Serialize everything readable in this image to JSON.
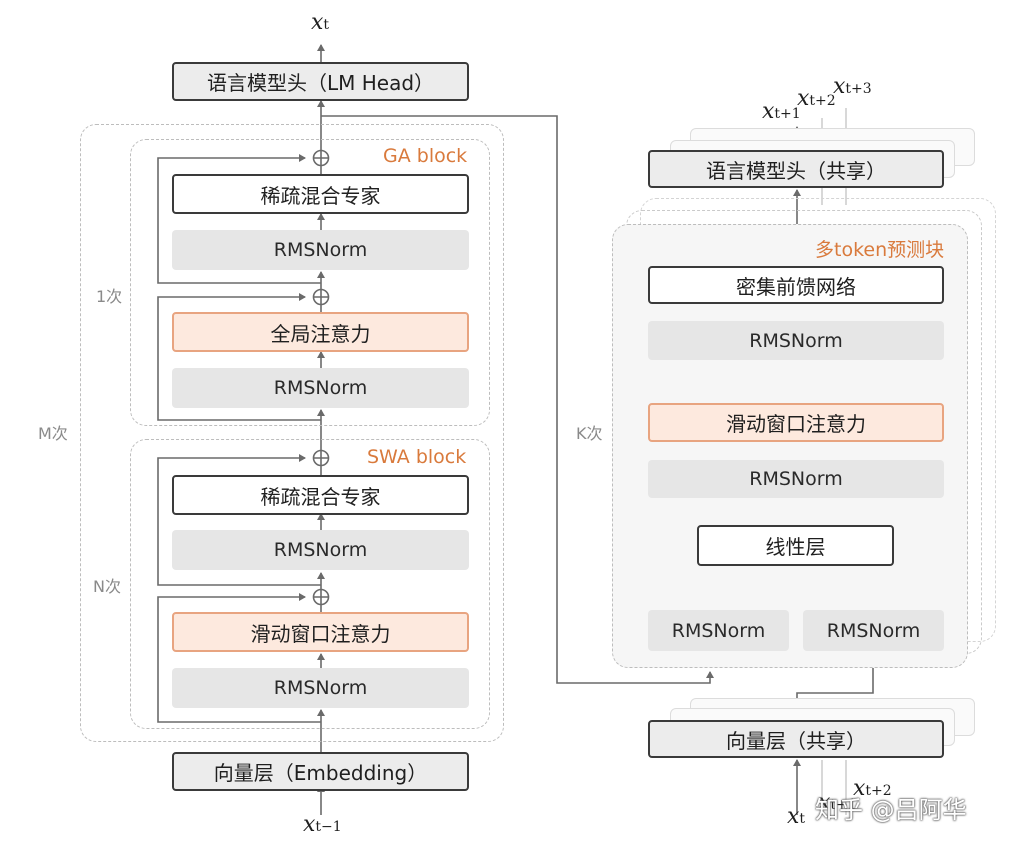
{
  "left_model": {
    "lm_head": "语言模型头（LM Head）",
    "output_token": {
      "var": "x",
      "sub": "t"
    },
    "input_token": {
      "var": "x",
      "sub": "t−1"
    },
    "embedding": "向量层（Embedding）",
    "outer_repeat": "M次",
    "ga_block": {
      "title": "GA block",
      "repeat": "1次",
      "moe": "稀疏混合专家",
      "norm_top": "RMSNorm",
      "attention": "全局注意力",
      "norm_bottom": "RMSNorm"
    },
    "swa_block": {
      "title": "SWA block",
      "repeat": "N次",
      "moe": "稀疏混合专家",
      "norm_top": "RMSNorm",
      "attention": "滑动窗口注意力",
      "norm_bottom": "RMSNorm"
    }
  },
  "mtp_module": {
    "repeat": "K次",
    "lm_head": "语言模型头（共享）",
    "outputs": [
      {
        "var": "x",
        "sub": "t+1"
      },
      {
        "var": "x",
        "sub": "t+2"
      },
      {
        "var": "x",
        "sub": "t+3"
      }
    ],
    "block": {
      "title": "多token预测块",
      "ffn": "密集前馈网络",
      "norm_ffn": "RMSNorm",
      "attention": "滑动窗口注意力",
      "norm_attn": "RMSNorm",
      "linear": "线性层",
      "norm_left": "RMSNorm",
      "norm_right": "RMSNorm"
    },
    "embedding": "向量层（共享）",
    "inputs": [
      {
        "var": "x",
        "sub": "t"
      },
      {
        "var": "x",
        "sub": "t+1"
      },
      {
        "var": "x",
        "sub": "t+2"
      }
    ]
  },
  "watermark": "知乎 @吕阿华",
  "colors": {
    "accent_orange": "#d97a3c",
    "attention_fill": "#fde9de",
    "attention_border": "#e8a480",
    "norm_fill": "#e6e6e6",
    "line": "#6a6a6a"
  }
}
